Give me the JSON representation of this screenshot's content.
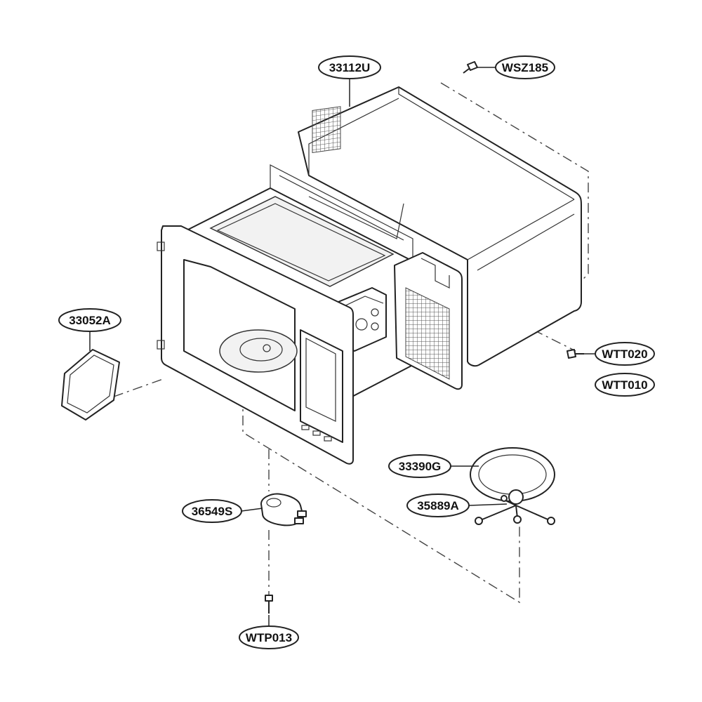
{
  "labels": {
    "cabinet": "33112U",
    "screw_top": "WSZ185",
    "waveguide_cover": "33052A",
    "screw_side_a": "WTT020",
    "screw_side_b": "WTT010",
    "tray": "33390G",
    "roller_ring": "35889A",
    "motor": "36549S",
    "motor_screw": "WTP013"
  }
}
